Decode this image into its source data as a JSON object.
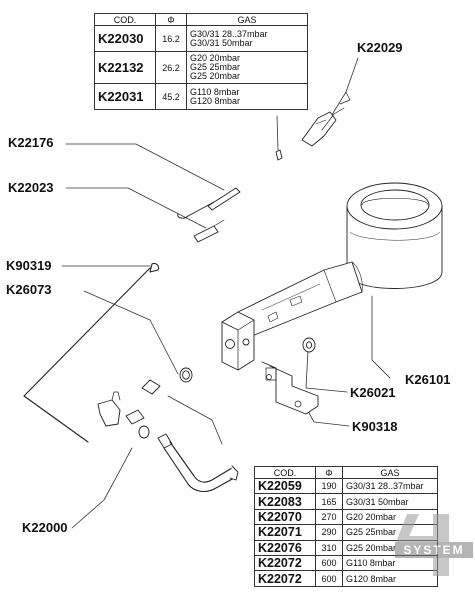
{
  "table_top": {
    "headers": [
      "COD.",
      "Φ",
      "GAS"
    ],
    "rows": [
      {
        "code": "K22030",
        "diameter": "16.2",
        "gas": "G30/31 28..37mbar\nG30/31 50mbar"
      },
      {
        "code": "K22132",
        "diameter": "26.2",
        "gas": "G20 20mbar\nG25 25mbar\nG25 20mbar"
      },
      {
        "code": "K22031",
        "diameter": "45.2",
        "gas": "G110 8mbar\nG120 8mbar"
      }
    ]
  },
  "table_bottom": {
    "headers": [
      "COD.",
      "Φ",
      "GAS"
    ],
    "rows": [
      {
        "code": "K22059",
        "diameter": "190",
        "gas": "G30/31 28..37mbar"
      },
      {
        "code": "K22083",
        "diameter": "165",
        "gas": "G30/31 50mbar"
      },
      {
        "code": "K22070",
        "diameter": "270",
        "gas": "G20 20mbar"
      },
      {
        "code": "K22071",
        "diameter": "290",
        "gas": "G25 25mbar"
      },
      {
        "code": "K22076",
        "diameter": "310",
        "gas": "G25 20mbar"
      },
      {
        "code": "K22072",
        "diameter": "600",
        "gas": "G110 8mbar"
      },
      {
        "code": "K22072",
        "diameter": "600",
        "gas": "G120 8mbar"
      }
    ]
  },
  "labels": {
    "k22029": "K22029",
    "k22176": "K22176",
    "k22023": "K22023",
    "k90319": "K90319",
    "k26073": "K26073",
    "k26021": "K26021",
    "k26101": "K26101",
    "k90318": "K90318",
    "k22000": "K22000"
  },
  "logo": {
    "text": "SYSTEM",
    "mark": "4"
  }
}
